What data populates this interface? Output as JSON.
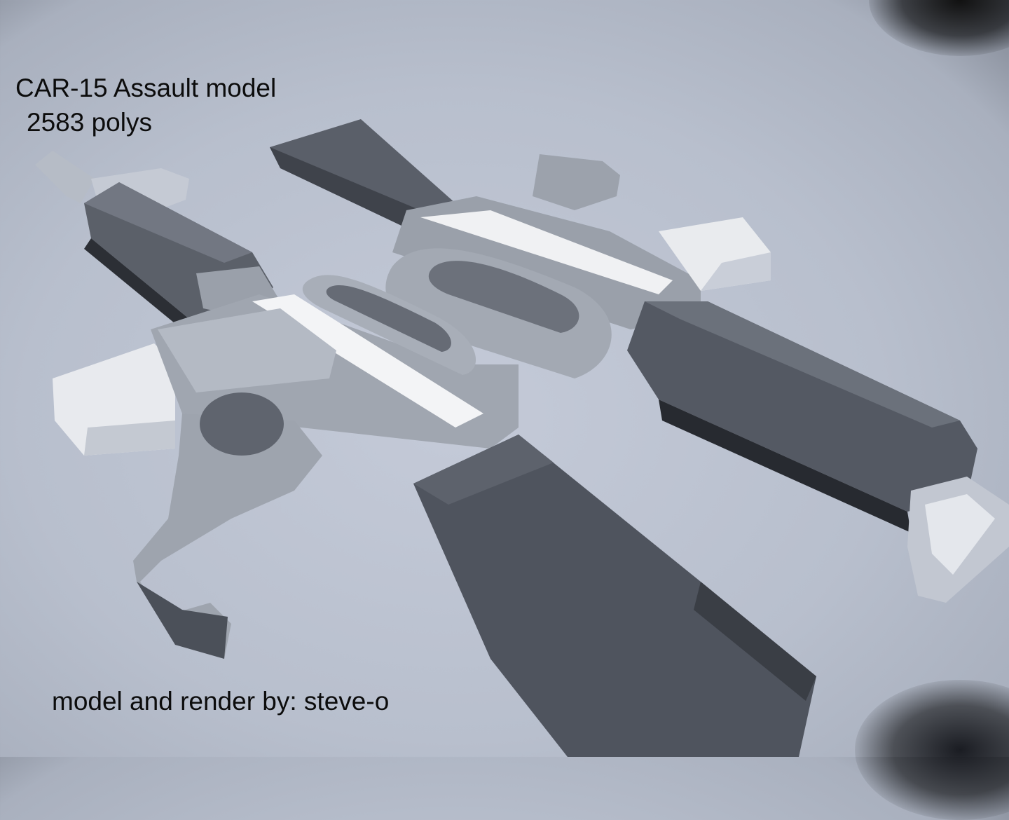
{
  "caption": {
    "title": "CAR-15 Assault model",
    "polys": "2583 polys",
    "credit": "model and render by: steve-o"
  },
  "scene": {
    "subject": "two crossed low-poly CAR-15 rifle 3D models",
    "colors": {
      "background": "#bcc3d1",
      "dark_part": "#4a4f58",
      "mid_part": "#8c929c",
      "light_part": "#c9ced8",
      "highlight": "#f2f3f5",
      "text": "#0c0c0c"
    }
  }
}
